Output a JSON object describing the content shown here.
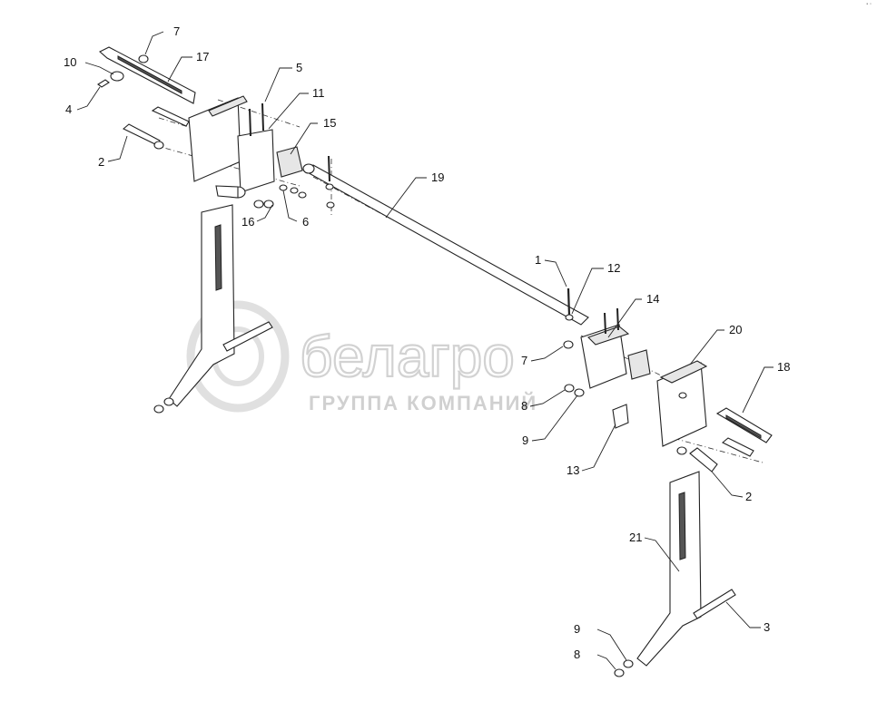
{
  "watermark": {
    "brand": "белагро",
    "tagline": "ГРУППА КОМПАНИЙ"
  },
  "callouts": [
    {
      "id": "c7a",
      "label": "7"
    },
    {
      "id": "c10",
      "label": "10"
    },
    {
      "id": "c17",
      "label": "17"
    },
    {
      "id": "c4",
      "label": "4"
    },
    {
      "id": "c5",
      "label": "5"
    },
    {
      "id": "c11",
      "label": "11"
    },
    {
      "id": "c15",
      "label": "15"
    },
    {
      "id": "c2a",
      "label": "2"
    },
    {
      "id": "c16",
      "label": "16"
    },
    {
      "id": "c6",
      "label": "6"
    },
    {
      "id": "c19",
      "label": "19"
    },
    {
      "id": "c1",
      "label": "1"
    },
    {
      "id": "c12",
      "label": "12"
    },
    {
      "id": "c14",
      "label": "14"
    },
    {
      "id": "c20",
      "label": "20"
    },
    {
      "id": "c18",
      "label": "18"
    },
    {
      "id": "c7b",
      "label": "7"
    },
    {
      "id": "c8a",
      "label": "8"
    },
    {
      "id": "c9a",
      "label": "9"
    },
    {
      "id": "c13",
      "label": "13"
    },
    {
      "id": "c2b",
      "label": "2"
    },
    {
      "id": "c21",
      "label": "21"
    },
    {
      "id": "c3",
      "label": "3"
    },
    {
      "id": "c9b",
      "label": "9"
    },
    {
      "id": "c8b",
      "label": "8"
    }
  ]
}
